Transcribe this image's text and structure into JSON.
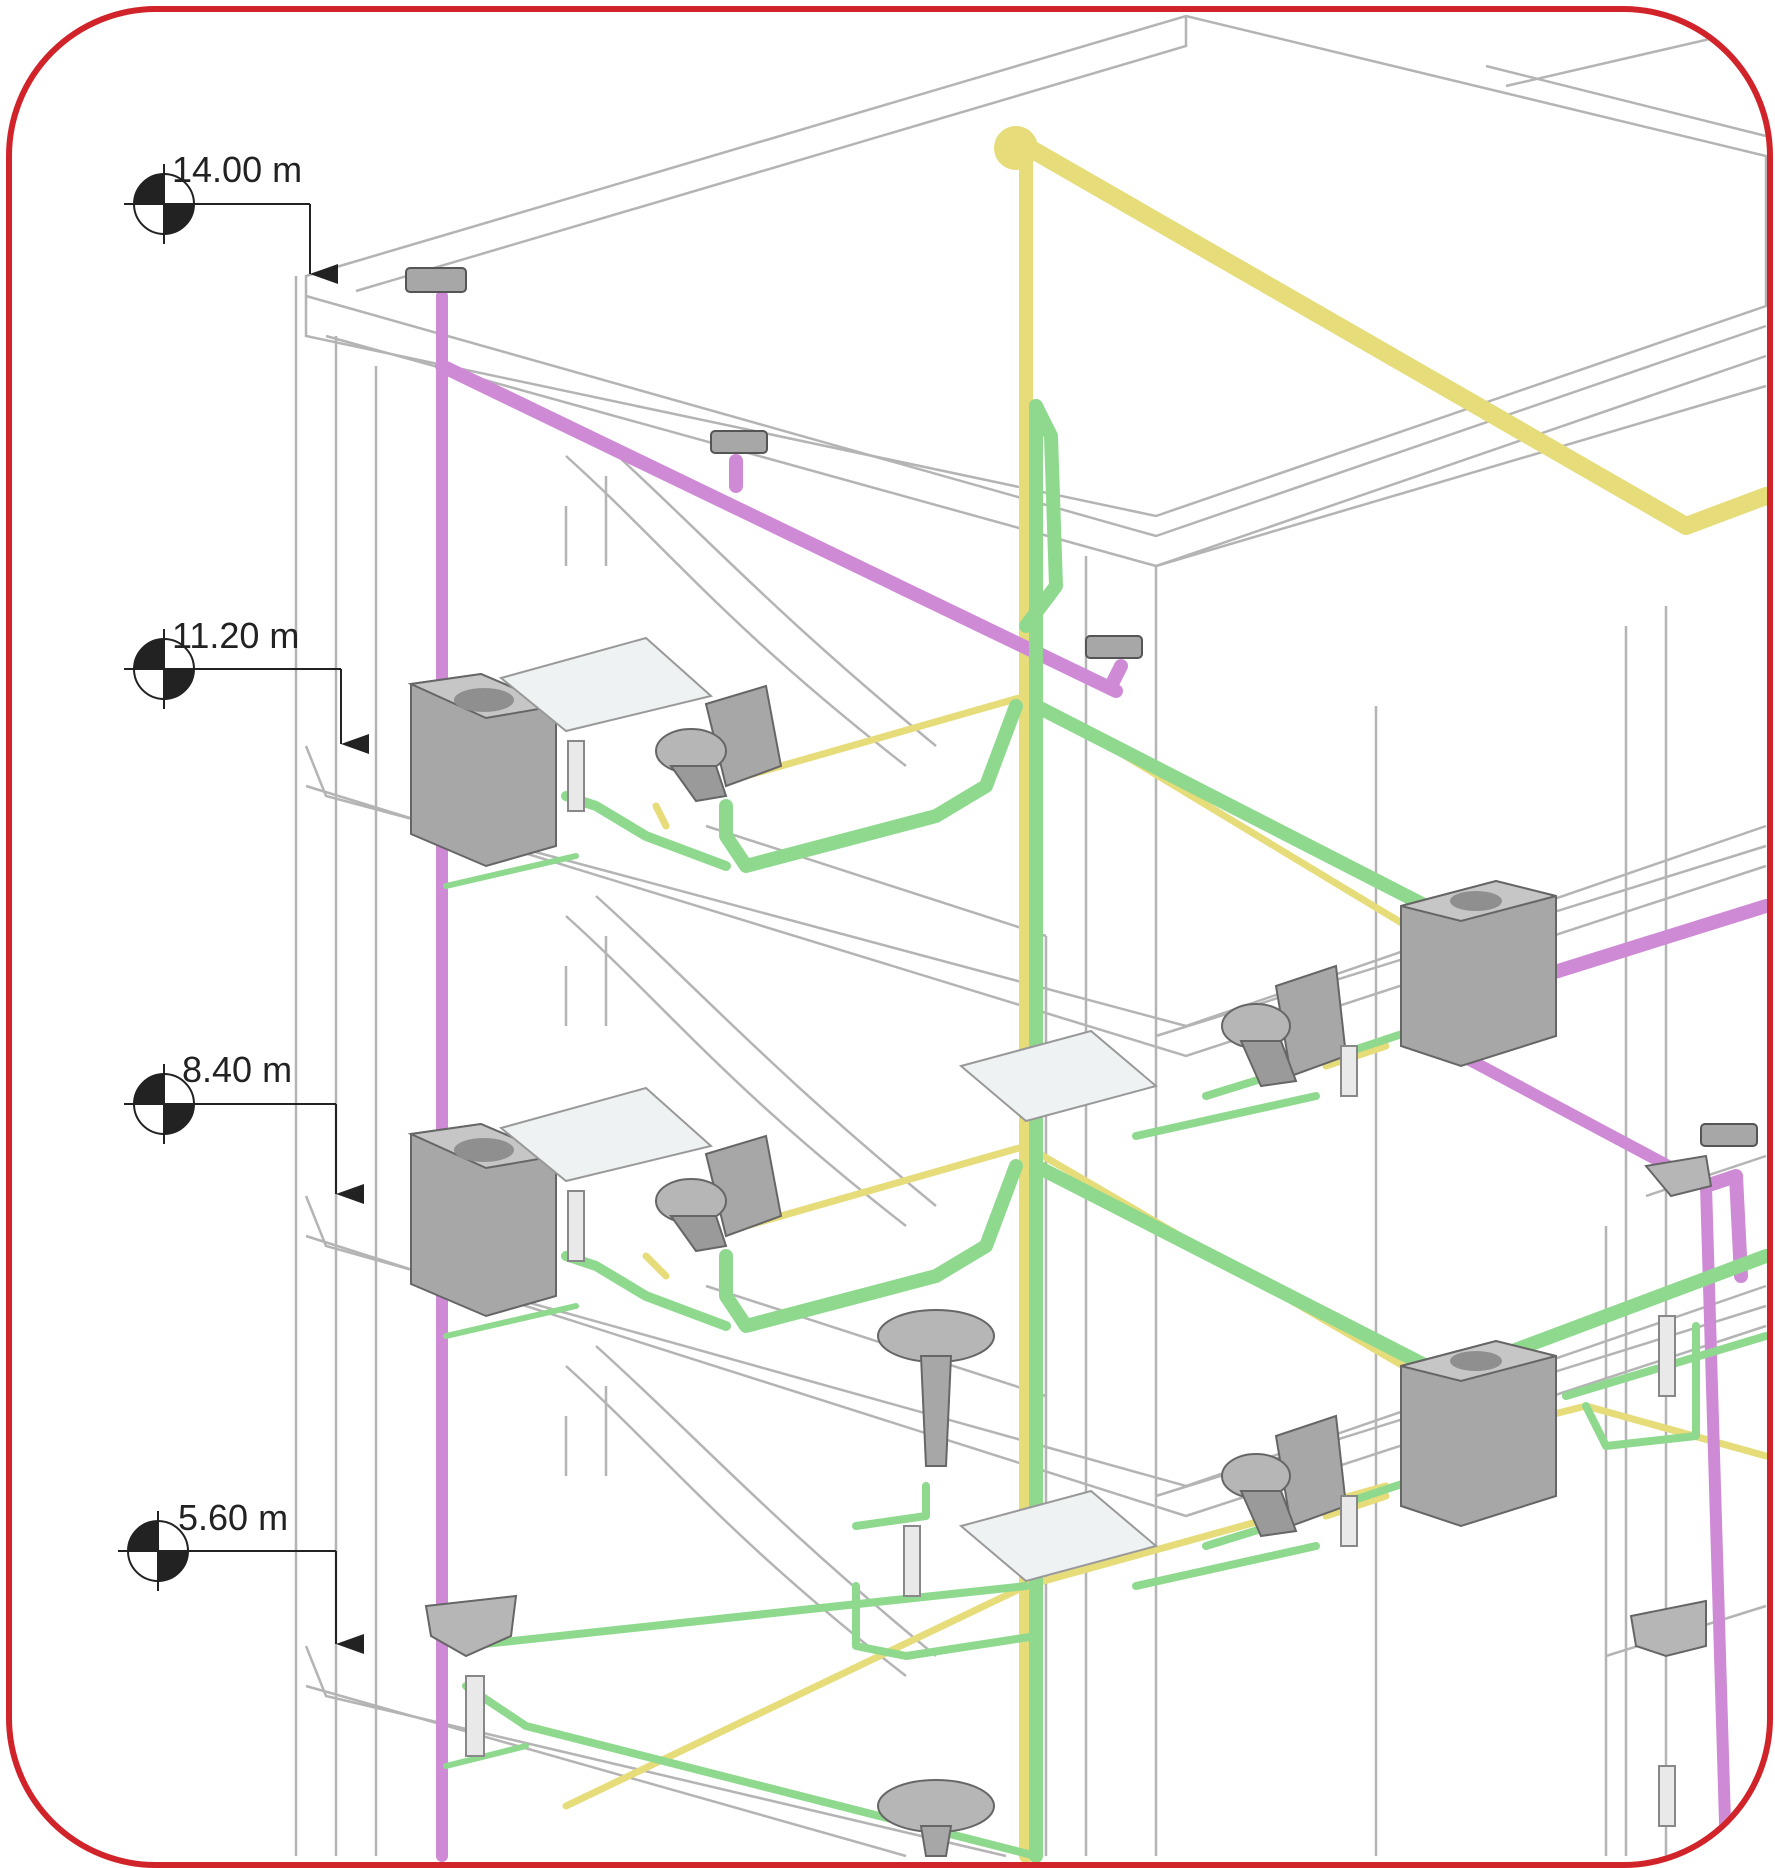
{
  "levels": [
    {
      "label": "14.00 m"
    },
    {
      "label": "11.20 m"
    },
    {
      "label": "8.40 m"
    },
    {
      "label": "5.60 m"
    }
  ],
  "colors": {
    "frame": "#d0232a",
    "drainage": "#8fd98f",
    "vent": "#cf8ad6",
    "water_supply": "#e6dc7a",
    "fixture": "#a7a7a7",
    "structure": "#b4b4b4"
  }
}
